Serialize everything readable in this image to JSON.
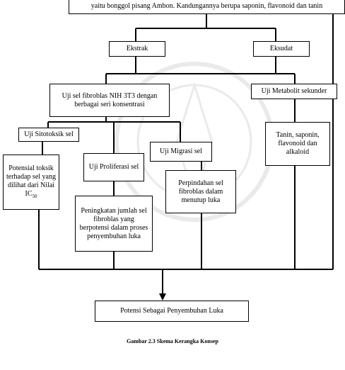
{
  "top": {
    "text": "yaitu bonggol pisang Ambon. Kandungannya berupa saponin, flavonoid dan tanin"
  },
  "nodes": {
    "ekstrak": "Ekstrak",
    "eksudat": "Eksudat",
    "uji_fibroblas": "Uji sel fibroblas NIH 3T3 dengan berbagai seri konsentrasi",
    "uji_metabolit": "Uji Metabolit sekunder",
    "uji_sitotoksik": "Uji  Sitotoksik sel",
    "uji_proliferasi": "Uji Proliferasi sel",
    "uji_migrasi": "Uji  Migrasi sel",
    "potensial_toksik": "Potensial toksik terhadap sel yang dilihat dari Nilai IC",
    "potensial_toksik_sub": "50",
    "peningkatan": "Peningkatan jumlah sel fibroblas yang berpotensi dalam proses penyembuhan luka",
    "perpindahan": "Perpindahan sel fibroblas dalam menutup luka",
    "tanin": "Tanin, saponin, flavonoid dan alkaloid",
    "potensi": "Potensi Sebagai Penyembuhan Luka"
  },
  "caption": "Gambar 2.3  Skema Kerangka Konsep"
}
